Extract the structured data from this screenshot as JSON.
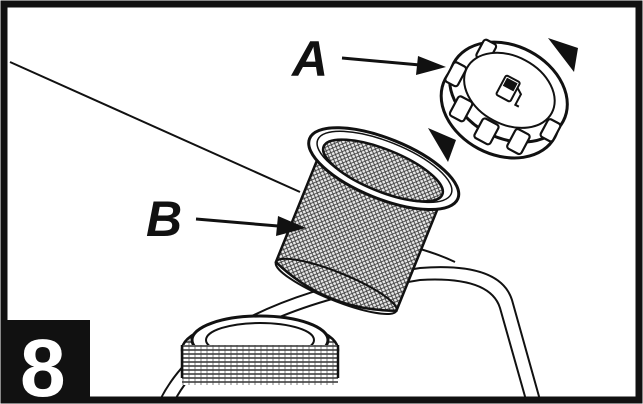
{
  "figure": {
    "step_number": "8",
    "callouts": [
      {
        "label": "A",
        "target": "fuel-cap"
      },
      {
        "label": "B",
        "target": "fuel-strainer"
      }
    ],
    "colors": {
      "ink": "#111111",
      "paper": "#ffffff",
      "badge": "#111111"
    },
    "icons": [
      "rotation-arrow-icon",
      "fuel-pump-icon"
    ]
  }
}
